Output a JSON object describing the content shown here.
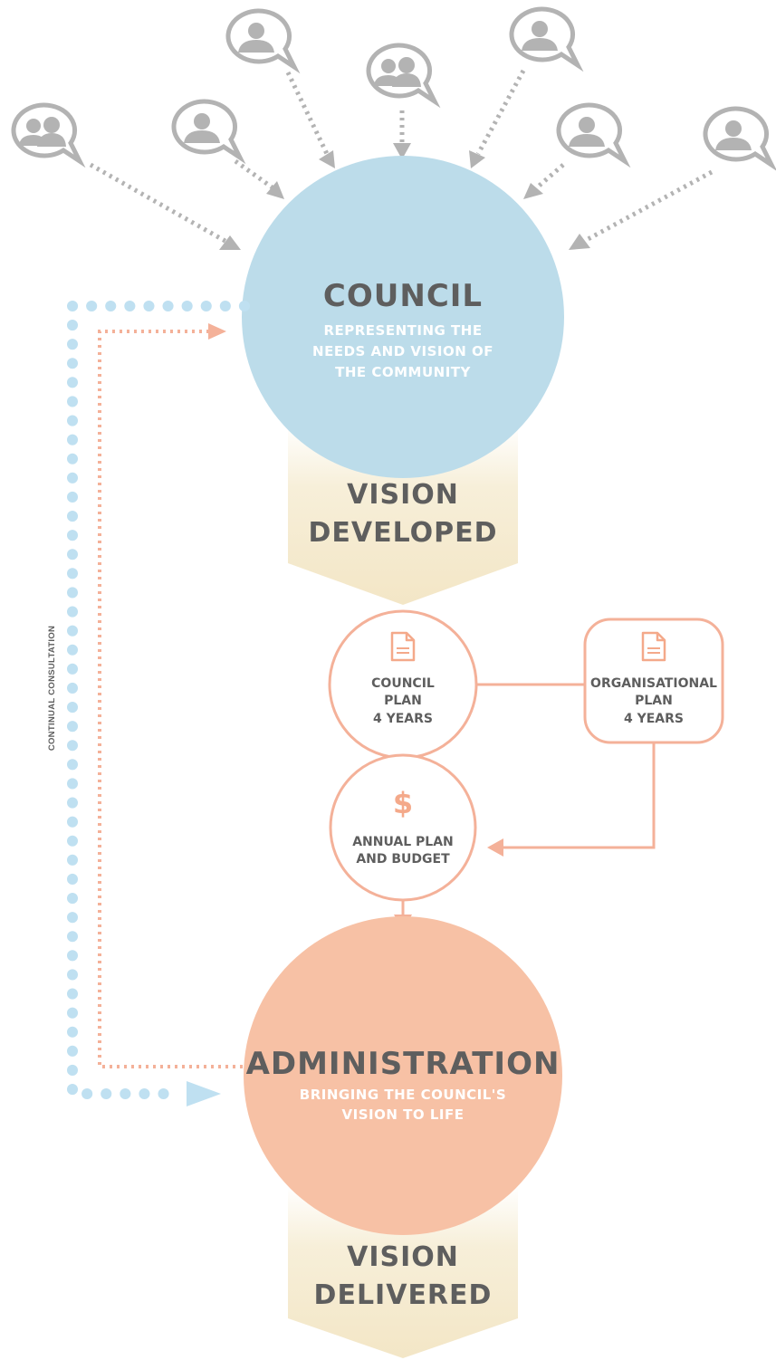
{
  "council": {
    "title": "COUNCIL",
    "subtitle_lines": [
      "REPRESENTING THE",
      "NEEDS AND VISION OF",
      "THE COMMUNITY"
    ]
  },
  "vision_developed": {
    "lines": [
      "VISION",
      "DEVELOPED"
    ]
  },
  "council_plan": {
    "lines": [
      "COUNCIL",
      "PLAN",
      "4 YEARS"
    ],
    "icon": "document-icon"
  },
  "organisational_plan": {
    "lines": [
      "ORGANISATIONAL",
      "PLAN",
      "4 YEARS"
    ],
    "icon": "document-icon"
  },
  "annual_plan": {
    "symbol": "$",
    "lines": [
      "ANNUAL PLAN",
      "AND BUDGET"
    ],
    "icon": "dollar-icon"
  },
  "administration": {
    "title": "ADMINISTRATION",
    "subtitle_lines": [
      "BRINGING THE COUNCIL'S",
      "VISION TO LIFE"
    ]
  },
  "vision_delivered": {
    "lines": [
      "VISION",
      "DELIVERED"
    ]
  },
  "side_label": "CONTINUAL CONSULTATION",
  "community_icons": [
    "two-people-speech-icon",
    "person-speech-icon",
    "person-speech-icon",
    "two-people-speech-icon",
    "person-speech-icon",
    "person-speech-icon",
    "person-speech-icon"
  ],
  "colors": {
    "council_blue": "#bcdcea",
    "admin_peach": "#f7c1a5",
    "band_cream": "#f6ecd3",
    "orange_line": "#f4b199",
    "dot_blue": "#bfe0f1",
    "grey_icon": "#b3b3b3",
    "text_dark": "#5e5e5e"
  }
}
